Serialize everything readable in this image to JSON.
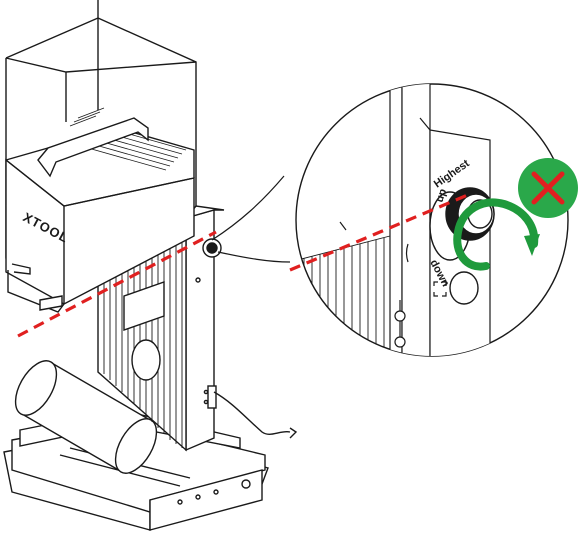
{
  "brand": {
    "logo_text": "XTOOL"
  },
  "callout": {
    "label_highest": "Highest",
    "label_up": "up",
    "label_down": "down"
  },
  "colors": {
    "line": "#1a1a1a",
    "laser_line": "#e02020",
    "arrow": "#1f9a3c",
    "badge_bg": "#2aa84a",
    "badge_x": "#e02020"
  },
  "icons": {
    "badge": "prohibited-x-icon",
    "rotation": "clockwise-arrow-icon",
    "knob": "height-knob-icon",
    "frame": "focus-frame-icon"
  }
}
